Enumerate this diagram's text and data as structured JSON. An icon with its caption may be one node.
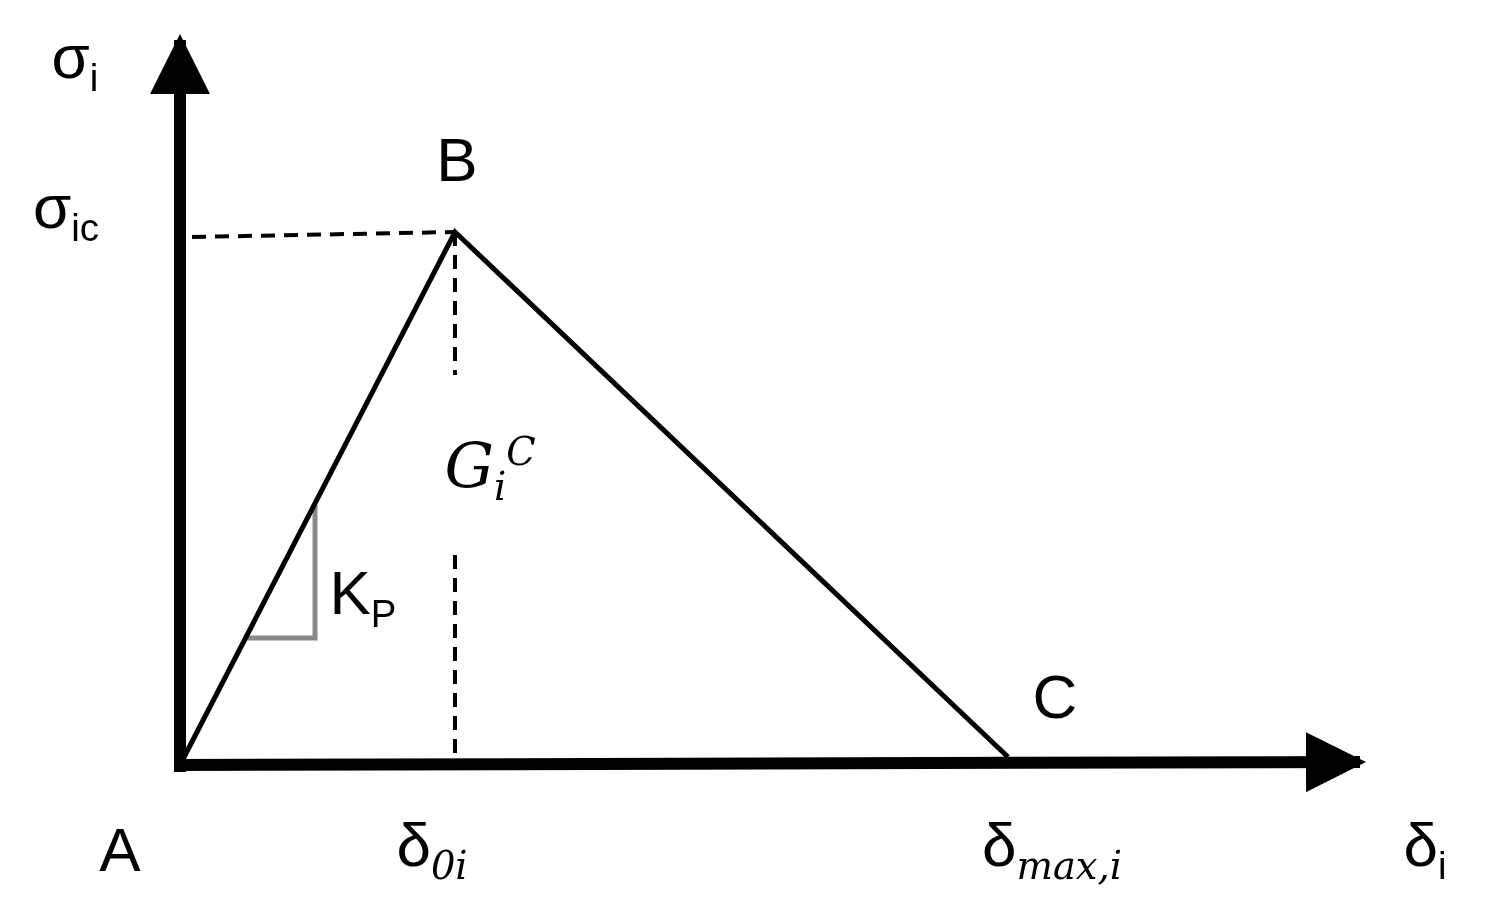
{
  "diagram": {
    "labels": [
      "σ$_{i}$",
      "B",
      "σ$_{ic}$",
      "G$_{i}$$^{C}$",
      "K$_{P}$",
      "C",
      "A",
      "δ$_{0i}$",
      "δ$_{max,i}$",
      "δ$_{i}$"
    ]
  }
}
